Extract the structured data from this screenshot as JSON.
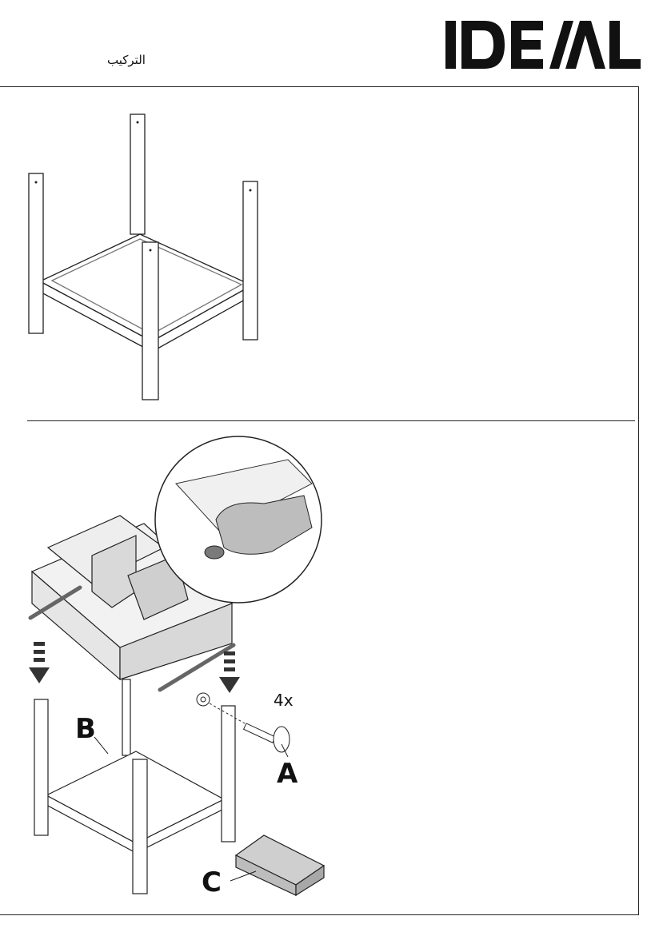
{
  "header": {
    "section_title": "التركيب",
    "brand_logo_text": "IDEAL"
  },
  "figure_2": {
    "quantity_label": "4x",
    "label_a": "A",
    "label_b": "B",
    "label_c": "C"
  }
}
